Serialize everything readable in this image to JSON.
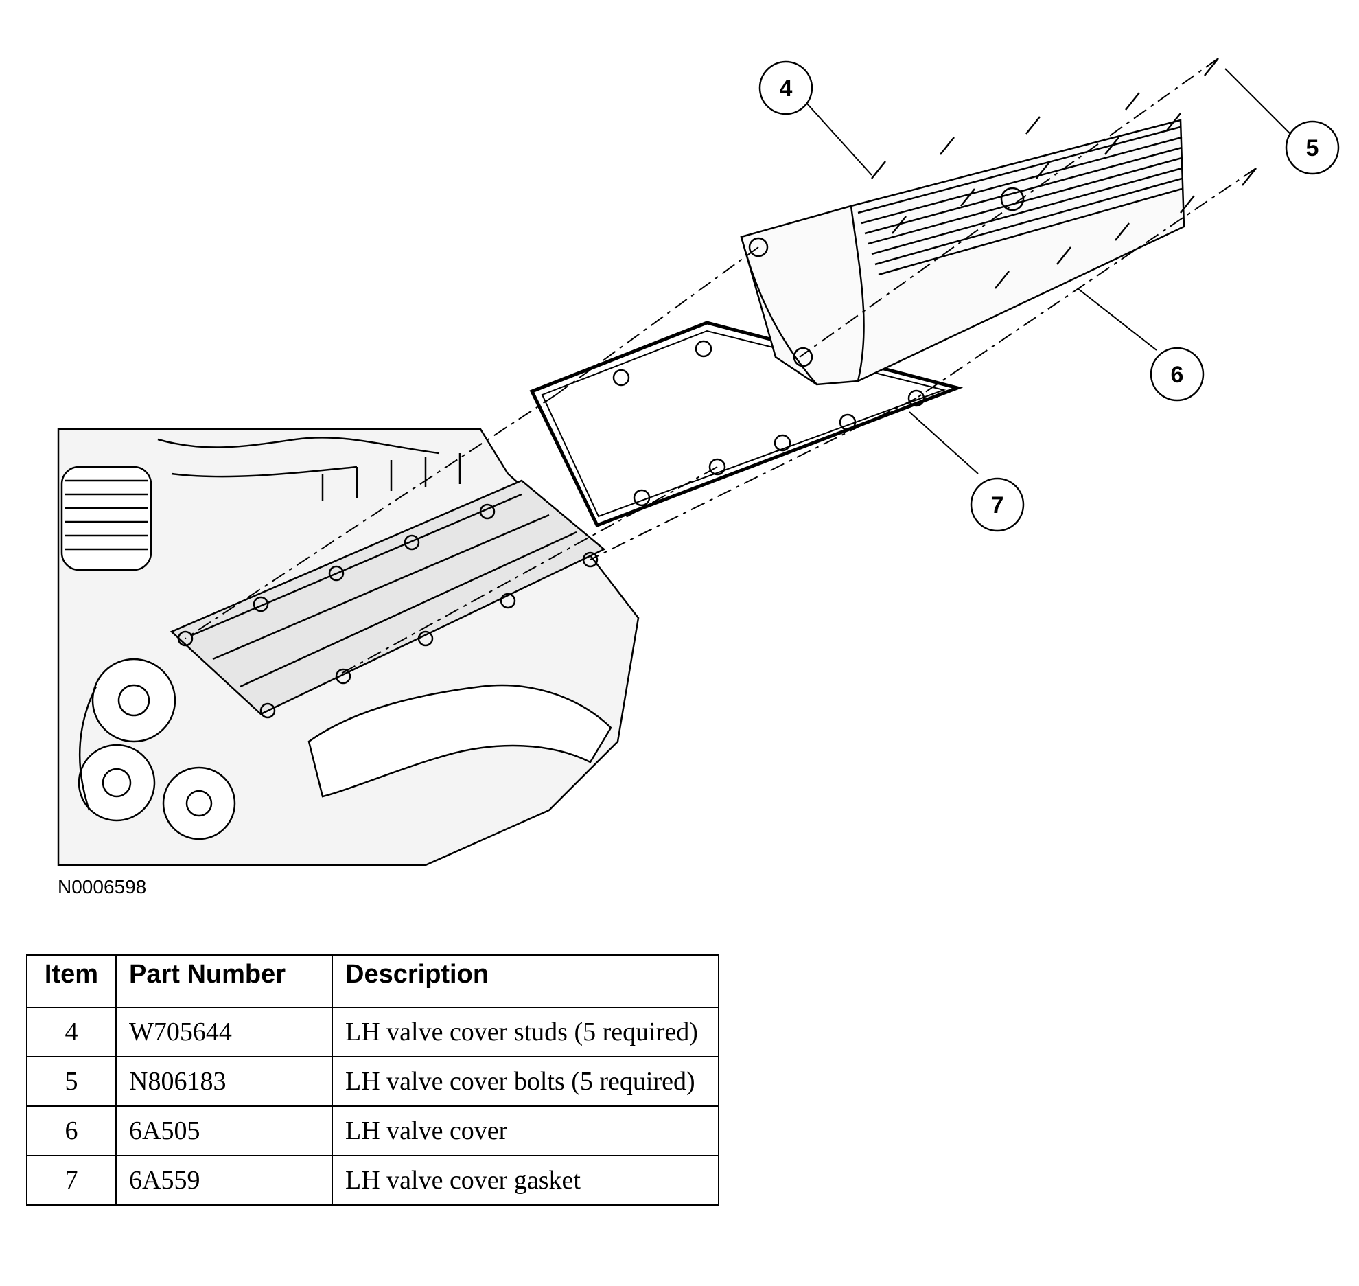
{
  "figure": {
    "id": "N0006598",
    "callouts": [
      "4",
      "5",
      "6",
      "7"
    ]
  },
  "table": {
    "headers": [
      "Item",
      "Part Number",
      "Description"
    ],
    "rows": [
      {
        "item": "4",
        "part_number": "W705644",
        "description": "LH valve cover studs (5 required)"
      },
      {
        "item": "5",
        "part_number": "N806183",
        "description": "LH valve cover bolts (5 required)"
      },
      {
        "item": "6",
        "part_number": "6A505",
        "description": "LH valve cover"
      },
      {
        "item": "7",
        "part_number": "6A559",
        "description": "LH valve cover gasket"
      }
    ]
  }
}
